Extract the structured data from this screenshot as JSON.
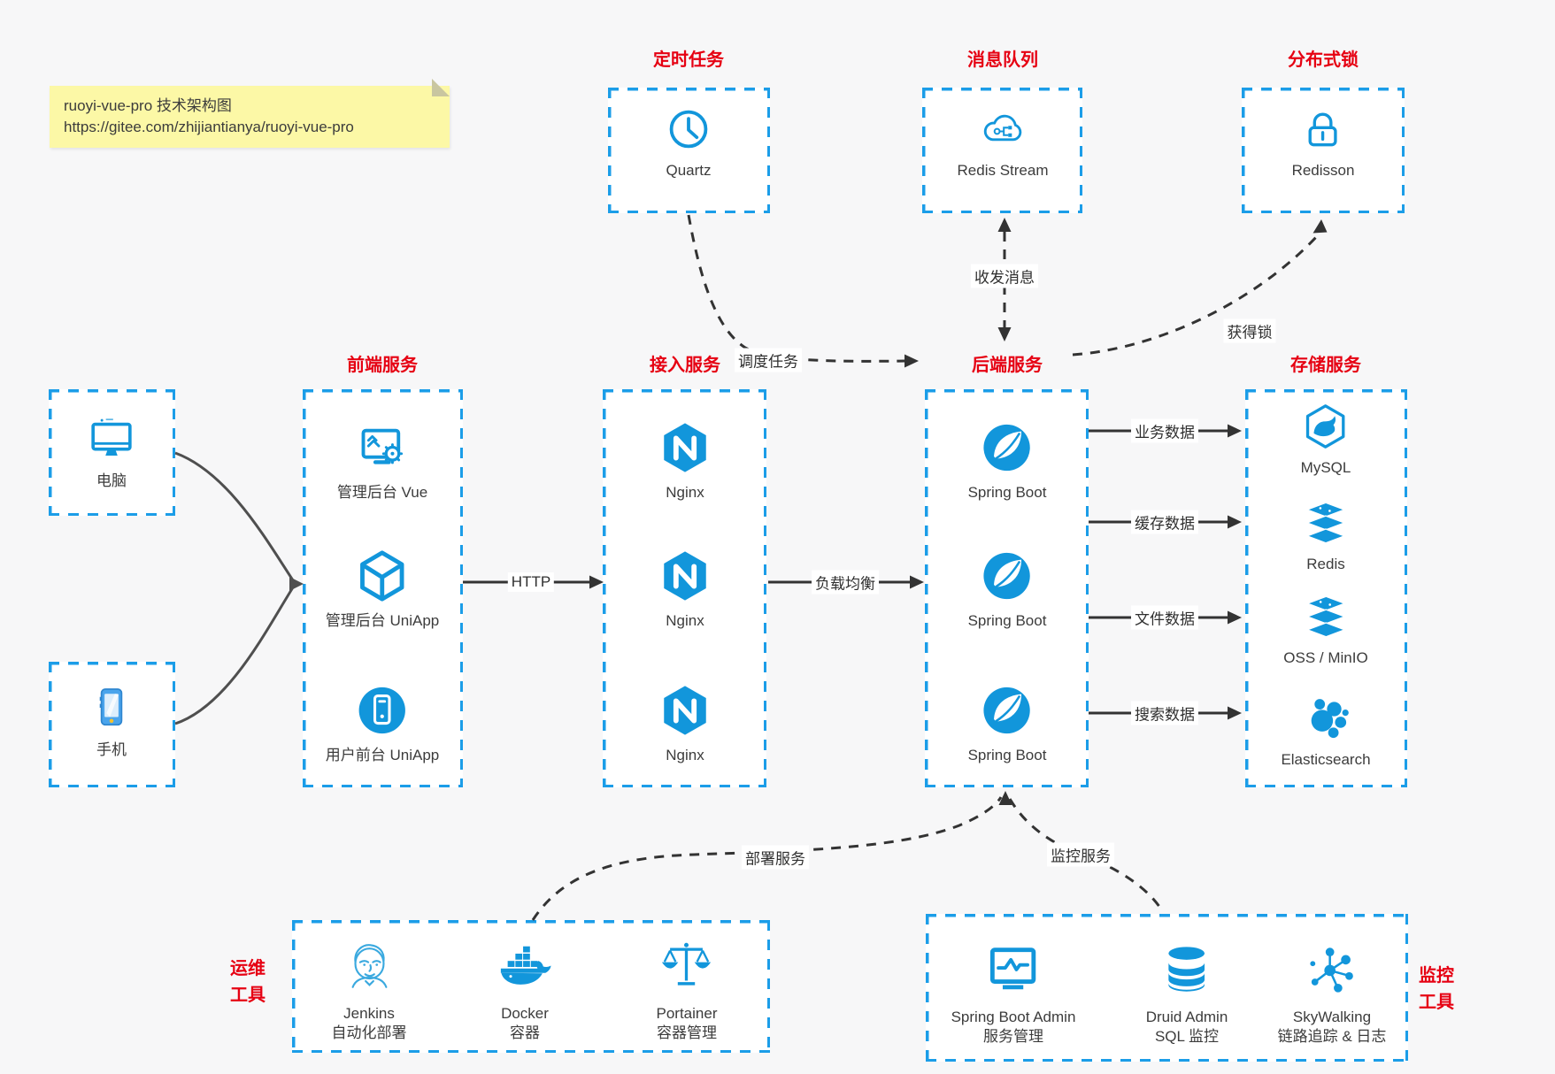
{
  "note": {
    "line1": "ruoyi-vue-pro 技术架构图",
    "line2": "https://gitee.com/zhijiantianya/ruoyi-vue-pro"
  },
  "colors": {
    "accent_blue": "#1296db",
    "border_blue": "#1b9de8",
    "title_red": "#e60012",
    "label_text": "#3c3c3c",
    "arrow": "#333333",
    "note_bg": "#fcf8a6",
    "page_bg": "#f7f7f8"
  },
  "top_groups": [
    {
      "title": "定时任务",
      "item": {
        "icon": "clock-icon",
        "label": "Quartz"
      }
    },
    {
      "title": "消息队列",
      "item": {
        "icon": "cloud-stream-icon",
        "label": "Redis Stream"
      }
    },
    {
      "title": "分布式锁",
      "item": {
        "icon": "padlock-icon",
        "label": "Redisson"
      }
    }
  ],
  "clients": [
    {
      "icon": "desktop-computer-icon",
      "label": "电脑"
    },
    {
      "icon": "smartphone-icon",
      "label": "手机"
    }
  ],
  "columns": [
    {
      "title": "前端服务",
      "items": [
        {
          "icon": "admin-vue-icon",
          "label": "管理后台 Vue"
        },
        {
          "icon": "uniapp-cube-icon",
          "label": "管理后台 UniApp"
        },
        {
          "icon": "user-uniapp-icon",
          "label": "用户前台 UniApp"
        }
      ]
    },
    {
      "title": "接入服务",
      "items": [
        {
          "icon": "nginx-icon",
          "label": "Nginx"
        },
        {
          "icon": "nginx-icon",
          "label": "Nginx"
        },
        {
          "icon": "nginx-icon",
          "label": "Nginx"
        }
      ]
    },
    {
      "title": "后端服务",
      "items": [
        {
          "icon": "spring-boot-icon",
          "label": "Spring Boot"
        },
        {
          "icon": "spring-boot-icon",
          "label": "Spring Boot"
        },
        {
          "icon": "spring-boot-icon",
          "label": "Spring Boot"
        }
      ]
    },
    {
      "title": "存储服务",
      "items": [
        {
          "icon": "mysql-icon",
          "label": "MySQL"
        },
        {
          "icon": "redis-stack-icon",
          "label": "Redis"
        },
        {
          "icon": "object-storage-icon",
          "label": "OSS / MinIO"
        },
        {
          "icon": "elasticsearch-icon",
          "label": "Elasticsearch"
        }
      ]
    }
  ],
  "bottom_groups": [
    {
      "title_line1": "运维",
      "title_line2": "工具",
      "items": [
        {
          "icon": "jenkins-icon",
          "label": "Jenkins",
          "sublabel": "自动化部署"
        },
        {
          "icon": "docker-icon",
          "label": "Docker",
          "sublabel": "容器"
        },
        {
          "icon": "portainer-icon",
          "label": "Portainer",
          "sublabel": "容器管理"
        }
      ]
    },
    {
      "title_line1": "监控",
      "title_line2": "工具",
      "items": [
        {
          "icon": "spring-boot-admin-icon",
          "label": "Spring Boot Admin",
          "sublabel": "服务管理"
        },
        {
          "icon": "druid-icon",
          "label": "Druid Admin",
          "sublabel": "SQL 监控"
        },
        {
          "icon": "skywalking-icon",
          "label": "SkyWalking",
          "sublabel": "链路追踪 & 日志"
        }
      ]
    }
  ],
  "edges": {
    "http": "HTTP",
    "load_balance": "负载均衡",
    "schedule_task": "调度任务",
    "send_receive_message": "收发消息",
    "acquire_lock": "获得锁",
    "business_data": "业务数据",
    "cache_data": "缓存数据",
    "file_data": "文件数据",
    "search_data": "搜索数据",
    "deploy_service": "部署服务",
    "monitor_service": "监控服务"
  }
}
